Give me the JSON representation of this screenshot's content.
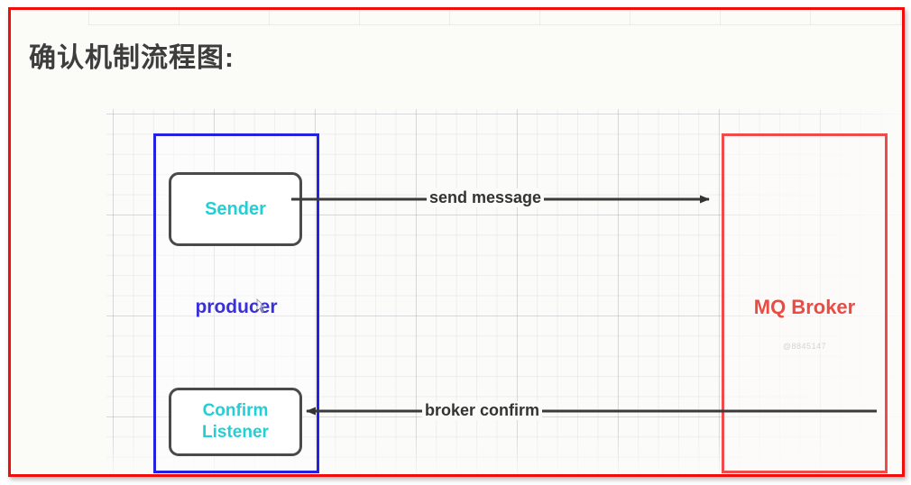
{
  "document": {
    "title": "确认机制流程图:"
  },
  "diagram": {
    "producer": {
      "label": "producer",
      "border_color": "#2222e0",
      "nodes": [
        {
          "id": "sender",
          "label": "Sender",
          "text_color": "#22cfd4"
        },
        {
          "id": "confirm-listener",
          "label": "Confirm\nListener",
          "line1": "Confirm",
          "line2": "Listener",
          "text_color": "#22cfd4"
        }
      ]
    },
    "broker": {
      "label": "MQ Broker",
      "watermark": "@8845147",
      "border_color": "#ef4b4b",
      "text_color": "#ea4b42"
    },
    "connections": [
      {
        "id": "send-message",
        "label": "send message",
        "from": "sender",
        "to": "broker",
        "direction": "right"
      },
      {
        "id": "broker-confirm",
        "label": "broker confirm",
        "from": "broker",
        "to": "confirm-listener",
        "direction": "left"
      }
    ]
  },
  "frame": {
    "accent_color": "#f20d0d"
  }
}
